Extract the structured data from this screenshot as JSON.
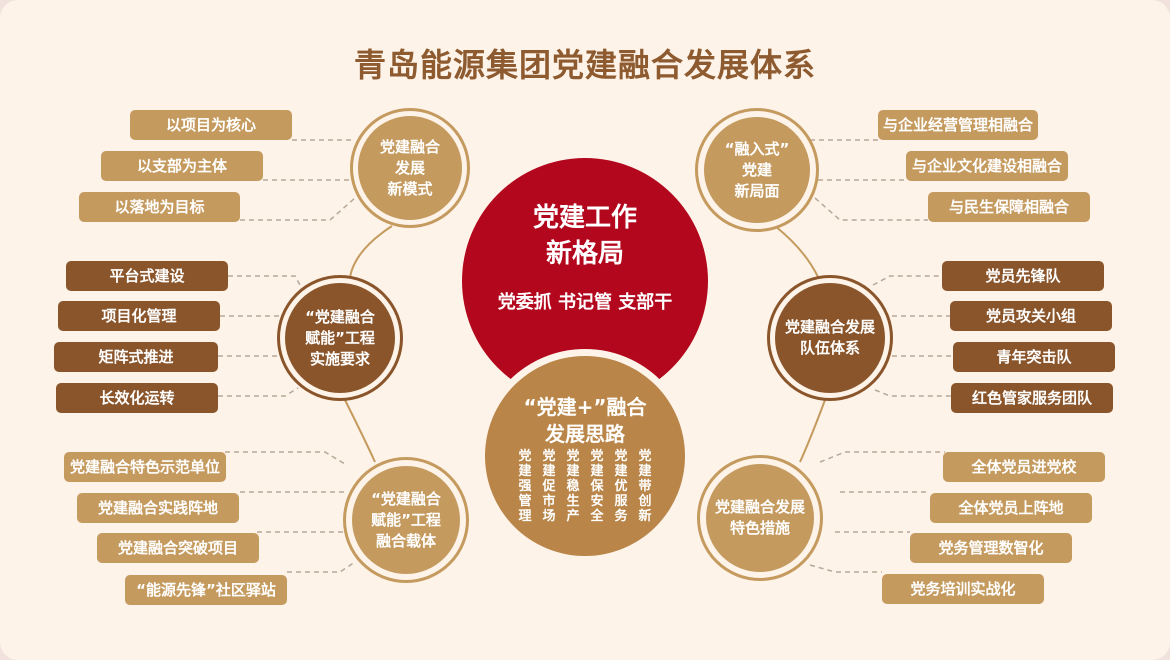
{
  "title": "青岛能源集团党建融合发展体系",
  "colors": {
    "background": "#fdf3e8",
    "title": "#8e5a2f",
    "gold": "#c59a5e",
    "brown": "#8a552b",
    "red": "#b2071d",
    "center_brown": "#b98548"
  },
  "center": {
    "main_title_line1": "党建工作",
    "main_title_line2": "新格局",
    "slogan": "党委抓 书记管 支部干",
    "sub_title_line1": "“党建+”融合",
    "sub_title_line2": "发展思路",
    "columns": [
      "党建强管理",
      "党建促市场",
      "党建稳生产",
      "党建保安全",
      "党建优服务",
      "党建带创新"
    ]
  },
  "nodes": {
    "top_left": {
      "label_lines": [
        "党建融合",
        "发展",
        "新模式"
      ],
      "items": [
        "以项目为核心",
        "以支部为主体",
        "以落地为目标"
      ]
    },
    "mid_left": {
      "label_lines": [
        "“党建融合",
        "赋能”工程",
        "实施要求"
      ],
      "items": [
        "平台式建设",
        "项目化管理",
        "矩阵式推进",
        "长效化运转"
      ]
    },
    "bottom_left": {
      "label_lines": [
        "“党建融合",
        "赋能”工程",
        "融合载体"
      ],
      "items": [
        "党建融合特色示范单位",
        "党建融合实践阵地",
        "党建融合突破项目",
        "“能源先锋”社区驿站"
      ]
    },
    "top_right": {
      "label_lines": [
        "“融入式”",
        "党建",
        "新局面"
      ],
      "items": [
        "与企业经营管理相融合",
        "与企业文化建设相融合",
        "与民生保障相融合"
      ]
    },
    "mid_right": {
      "label_lines": [
        "党建融合发展",
        "队伍体系"
      ],
      "items": [
        "党员先锋队",
        "党员攻关小组",
        "青年突击队",
        "红色管家服务团队"
      ]
    },
    "bottom_right": {
      "label_lines": [
        "党建融合发展",
        "特色措施"
      ],
      "items": [
        "全体党员进党校",
        "全体党员上阵地",
        "党务管理数智化",
        "党务培训实战化"
      ]
    }
  }
}
